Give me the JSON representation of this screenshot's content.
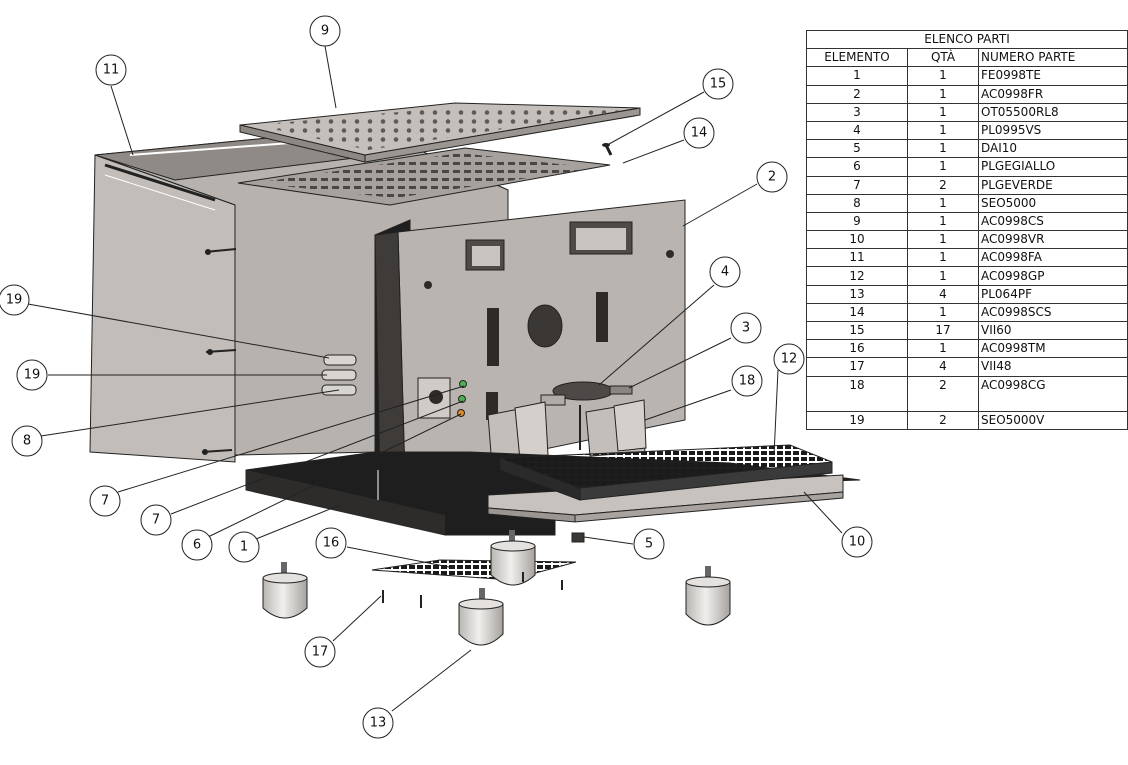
{
  "parts_list": {
    "title": "ELENCO PARTI",
    "headers": [
      "ELEMENTO",
      "QTÀ",
      "NUMERO PARTE"
    ],
    "rows": [
      {
        "item": "1",
        "qty": "1",
        "part": "FE0998TE"
      },
      {
        "item": "2",
        "qty": "1",
        "part": "AC0998FR"
      },
      {
        "item": "3",
        "qty": "1",
        "part": "OT05500RL8"
      },
      {
        "item": "4",
        "qty": "1",
        "part": "PL0995VS"
      },
      {
        "item": "5",
        "qty": "1",
        "part": "DAI10"
      },
      {
        "item": "6",
        "qty": "1",
        "part": "PLGEGIALLO"
      },
      {
        "item": "7",
        "qty": "2",
        "part": "PLGEVERDE"
      },
      {
        "item": "8",
        "qty": "1",
        "part": "SEO5000"
      },
      {
        "item": "9",
        "qty": "1",
        "part": "AC0998CS"
      },
      {
        "item": "10",
        "qty": "1",
        "part": "AC0998VR"
      },
      {
        "item": "11",
        "qty": "1",
        "part": "AC0998FA"
      },
      {
        "item": "12",
        "qty": "1",
        "part": "AC0998GP"
      },
      {
        "item": "13",
        "qty": "4",
        "part": "PL064PF"
      },
      {
        "item": "14",
        "qty": "1",
        "part": "AC0998SCS"
      },
      {
        "item": "15",
        "qty": "17",
        "part": "VII60"
      },
      {
        "item": "16",
        "qty": "1",
        "part": "AC0998TM"
      },
      {
        "item": "17",
        "qty": "4",
        "part": "VII48"
      },
      {
        "item": "18",
        "qty": "2",
        "part": "AC0998CG"
      },
      {
        "item": "19",
        "qty": "2",
        "part": "SEO5000V"
      }
    ]
  },
  "balloons": {
    "b9": "9",
    "b11": "11",
    "b15": "15",
    "b14": "14",
    "b2": "2",
    "b19a": "19",
    "b19b": "19",
    "b8": "8",
    "b4": "4",
    "b3": "3",
    "b18": "18",
    "b12": "12",
    "b7a": "7",
    "b7b": "7",
    "b6": "6",
    "b1": "1",
    "b16": "16",
    "b5": "5",
    "b10": "10",
    "b17": "17",
    "b13": "13"
  },
  "colors": {
    "panel_light": "#bdb8b3",
    "panel_mid": "#a9a39e",
    "panel_dark": "#55514e",
    "base_black": "#1e1e1e",
    "outline": "#222222"
  }
}
